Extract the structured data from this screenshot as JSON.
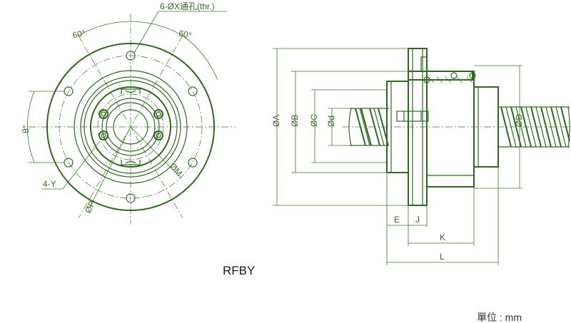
{
  "title": "RFBY",
  "unit_label": "單位 : mm",
  "front_view": {
    "hole_callout": "6-ØX通孔(thr.)",
    "angle_left": "60°",
    "angle_right": "60°",
    "theta": "θ°",
    "y_callout": "4-Y",
    "dim_P": "ØP",
    "dim_M": "ØM"
  },
  "side_view": {
    "dim_A": "ØA",
    "dim_B": "ØB",
    "dim_C": "ØC",
    "dim_d": "Ød",
    "dim_D": "ØD",
    "dim_E": "E",
    "dim_J": "J",
    "dim_K": "K",
    "dim_L": "L"
  },
  "colors": {
    "line": "#2d6a1f",
    "text": "#3a6b25"
  }
}
